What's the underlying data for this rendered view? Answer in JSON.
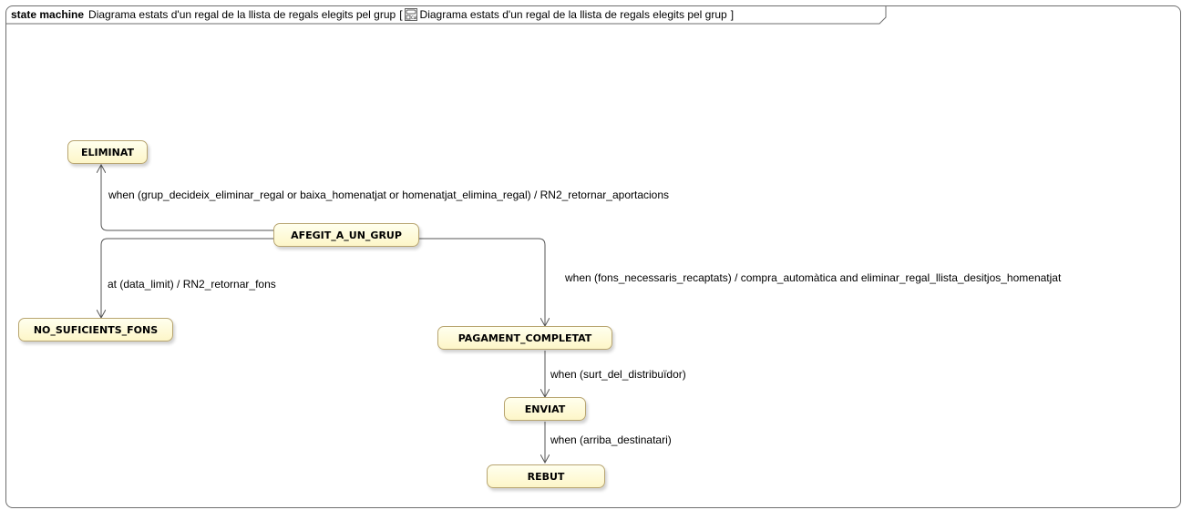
{
  "frame": {
    "keyword": "state machine",
    "name": "Diagrama estats d'un regal de la llista de regals elegits pel grup",
    "bracket_open": "[",
    "bracket_name": "Diagrama estats d'un regal de la llista de regals elegits pel grup",
    "bracket_close": "]",
    "icon": "state-diagram-icon"
  },
  "states": {
    "eliminat": "ELIMINAT",
    "afegit": "AFEGIT_A_UN_GRUP",
    "no_fons": "NO_SUFICIENTS_FONS",
    "pagament": "PAGAMENT_COMPLETAT",
    "enviat": "ENVIAT",
    "rebut": "REBUT"
  },
  "transitions": {
    "to_eliminat": "when (grup_decideix_eliminar_regal or baixa_homenatjat or homenatjat_elimina_regal) / RN2_retornar_aportacions",
    "to_no_fons": "at (data_limit) / RN2_retornar_fons",
    "to_pagament": "when (fons_necessaris_recaptats) / compra_automàtica and eliminar_regal_llista_desitjos_homenatjat",
    "to_enviat": "when (surt_del_distribuïdor)",
    "to_rebut": "when (arriba_destinatari)"
  },
  "colors": {
    "state_fill": "#fdf6c8",
    "state_border": "#b8a570",
    "edge": "#555555",
    "frame_border": "#6e6e6e"
  }
}
